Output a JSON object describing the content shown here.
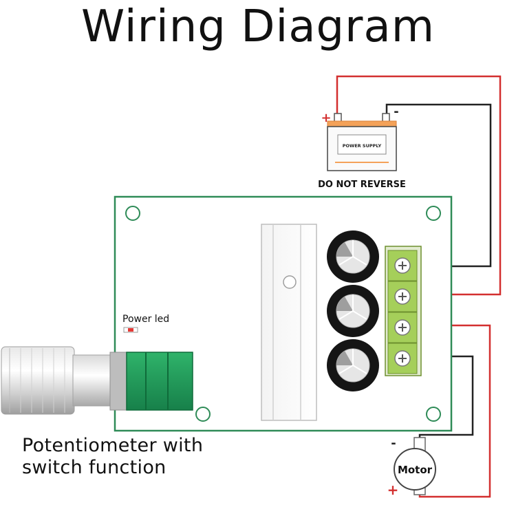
{
  "title": "Wiring Diagram",
  "power_supply": {
    "label": "POWER SUPPLY",
    "warning": "DO NOT REVERSE",
    "plus_sign": "+",
    "minus_sign": "-"
  },
  "board": {
    "power_led_label": "Power led"
  },
  "motor": {
    "label": "Motor",
    "plus_sign": "+",
    "minus_sign": "-"
  },
  "potentiometer": {
    "caption_line1": "Potentiometer with",
    "caption_line2": "switch function"
  },
  "colors": {
    "board_outline": "#2e8b57",
    "wire_positive": "#d32f2f",
    "wire_negative": "#222222",
    "terminal_block": "#8bc34a",
    "battery_top": "#f4a259",
    "pot_green": "#1f9d55"
  }
}
